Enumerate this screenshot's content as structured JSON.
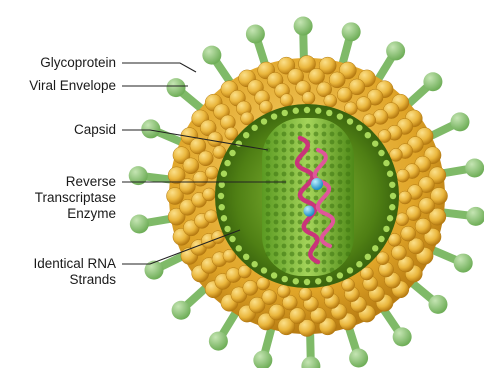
{
  "labels": [
    {
      "id": "glycoprotein",
      "lines": [
        "Glycoprotein"
      ]
    },
    {
      "id": "viral-envelope",
      "lines": [
        "Viral Envelope"
      ]
    },
    {
      "id": "capsid",
      "lines": [
        "Capsid"
      ]
    },
    {
      "id": "reverse-transcriptase",
      "lines": [
        "Reverse",
        "Transcriptase",
        "Enzyme"
      ]
    },
    {
      "id": "identical-rna-strands",
      "lines": [
        "Identical RNA",
        "Strands"
      ]
    }
  ],
  "colors": {
    "envelope_outer": "#d99a1f",
    "envelope_inner": "#f0c04a",
    "interior": "#5a8a1a",
    "capsid": "#7cb83a",
    "glycoprotein": "#8fc47a",
    "rna": "#c9357a",
    "enzyme": "#3ab0e0",
    "leader": "#222222"
  }
}
